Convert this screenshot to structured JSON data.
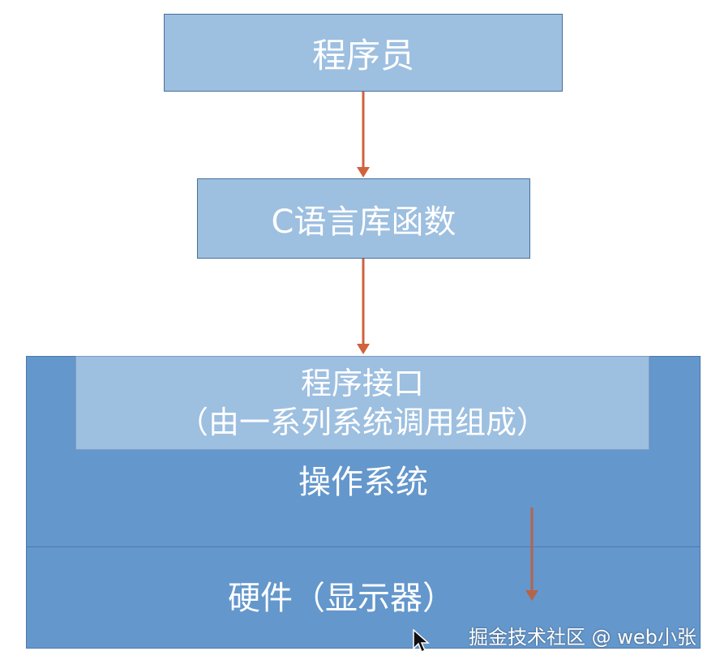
{
  "diagram": {
    "nodes": {
      "programmer": "程序员",
      "c_library": "C语言库函数",
      "program_interface_line1": "程序接口",
      "program_interface_line2": "（由一系列系统调用组成）",
      "operating_system": "操作系统",
      "hardware": "硬件（显示器）"
    },
    "colors": {
      "light_box": "#9dbfe0",
      "dark_box": "#6497cc",
      "arrow": "#d0623c",
      "border": "#4a6f99"
    }
  },
  "watermark": {
    "text": "掘金技术社区 @ web小张"
  },
  "icons": {
    "cursor": "mouse-pointer-icon",
    "arrows": "arrow-down-icon"
  }
}
